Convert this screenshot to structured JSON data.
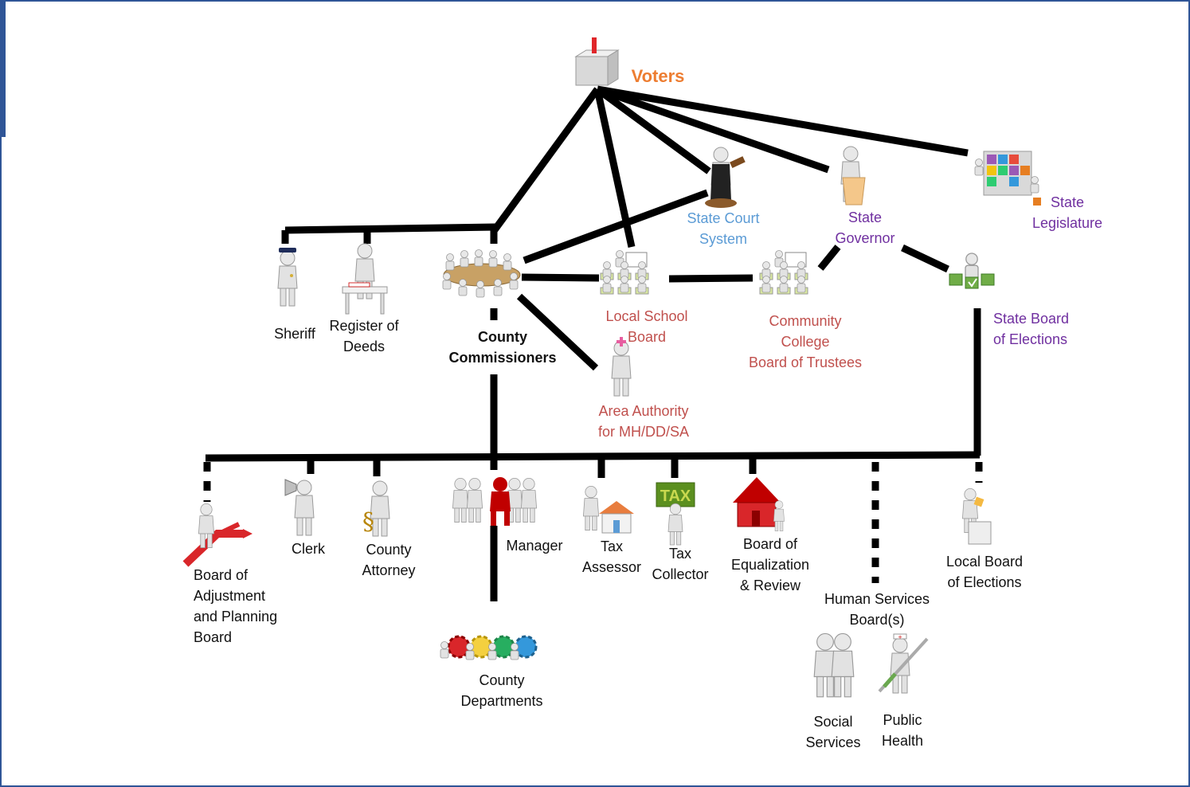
{
  "labels": {
    "voters": "Voters",
    "sheriff": "Sheriff",
    "register_of_deeds": "Register of\nDeeds",
    "county_commissioners": "County\nCommissioners",
    "state_court_system": "State Court\nSystem",
    "state_governor": "State\nGovernor",
    "state_legislature": "State\nLegislature",
    "local_school_board": "Local School\nBoard",
    "community_college": "Community\nCollege\nBoard of Trustees",
    "state_board_of_elections": "State Board\nof Elections",
    "area_authority": "Area Authority\nfor MH/DD/SA",
    "board_of_adjustment": "Board of\nAdjustment\nand Planning\nBoard",
    "clerk": "Clerk",
    "county_attorney": "County\nAttorney",
    "manager": "Manager",
    "tax_assessor": "Tax\nAssessor",
    "tax_collector": "Tax\nCollector",
    "board_of_equalization": "Board of\nEqualization\n& Review",
    "human_services_boards": "Human Services\nBoard(s)",
    "local_board_of_elections": "Local Board\nof Elections",
    "county_departments": "County\nDepartments",
    "social_services": "Social\nServices",
    "public_health": "Public\nHealth",
    "tax_sign": "TAX"
  },
  "colors": {
    "frame": "#2f5597",
    "line": "#000000",
    "voters": "#ed7d31",
    "elected_board": "#c0504d",
    "state_entity": "#7030a0",
    "court": "#5b9bd5"
  },
  "icons": [
    "ballot-box-icon",
    "police-officer-icon",
    "desk-clerk-icon",
    "meeting-table-icon",
    "judge-gavel-icon",
    "podium-speaker-icon",
    "cube-puzzle-icon",
    "classroom-icon",
    "voting-check-icon",
    "medical-cross-icon",
    "crossroads-arrow-icon",
    "megaphone-icon",
    "section-sign-icon",
    "team-leader-icon",
    "house-assessor-icon",
    "tax-sign-icon",
    "red-house-icon",
    "ballot-person-icon",
    "gears-icon",
    "couple-icon",
    "nurse-syringe-icon"
  ]
}
